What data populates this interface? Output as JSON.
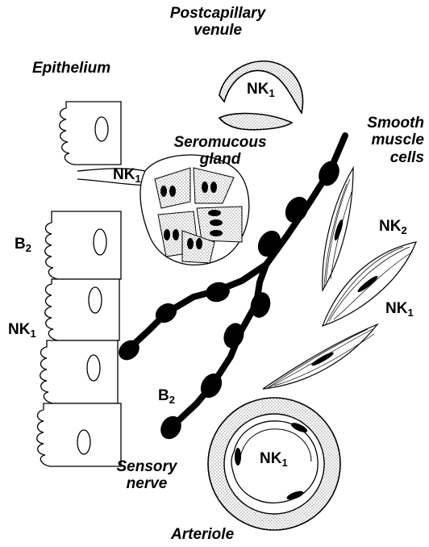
{
  "labels": {
    "postcapillary_venule": "Postcapillary venule",
    "epithelium": "Epithelium",
    "seromucous_gland": "Seromucous gland",
    "smooth_muscle_cells": "Smooth muscle cells",
    "sensory_nerve": "Sensory nerve",
    "arteriole": "Arteriole"
  },
  "receptors": {
    "venule": {
      "base": "NK",
      "sub": "1"
    },
    "gland": {
      "base": "NK",
      "sub": "1"
    },
    "epithelium_b": {
      "base": "B",
      "sub": "2"
    },
    "epithelium_nk": {
      "base": "NK",
      "sub": "1"
    },
    "muscle_nk2": {
      "base": "NK",
      "sub": "2"
    },
    "muscle_nk1": {
      "base": "NK",
      "sub": "1"
    },
    "nerve_b": {
      "base": "B",
      "sub": "2"
    },
    "arteriole": {
      "base": "NK",
      "sub": "1"
    }
  },
  "colors": {
    "ink": "#000000",
    "stipple": "#c9c9c9",
    "fill": "#ffffff"
  }
}
